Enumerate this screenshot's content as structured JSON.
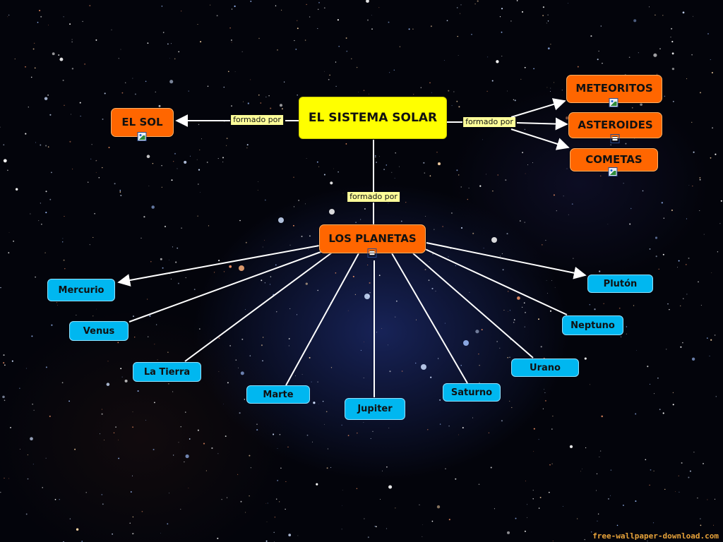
{
  "concept_map": {
    "root": "EL SISTEMA SOLAR",
    "relation": "formado por",
    "nodes": {
      "sol": "EL SOL",
      "meteoritos": "METEORITOS",
      "asteroides": "ASTEROIDES",
      "cometas": "COMETAS",
      "planetas": "LOS PLANETAS"
    },
    "planets": [
      "Mercurio",
      "Venus",
      "La Tierra",
      "Marte",
      "Jupiter",
      "Saturno",
      "Urano",
      "Neptuno",
      "Plutón"
    ],
    "colors": {
      "root": "#ffff00",
      "category": "#ff6600",
      "planet": "#00b7f0",
      "link_label": "#ffff99",
      "connector": "#ffffff"
    },
    "resource_icons": {
      "sol": "image-icon",
      "meteoritos": "image-icon",
      "asteroides": "document-icon",
      "cometas": "image-icon",
      "planetas": "document-icon"
    }
  },
  "watermark": "free-wallpaper-download.com"
}
